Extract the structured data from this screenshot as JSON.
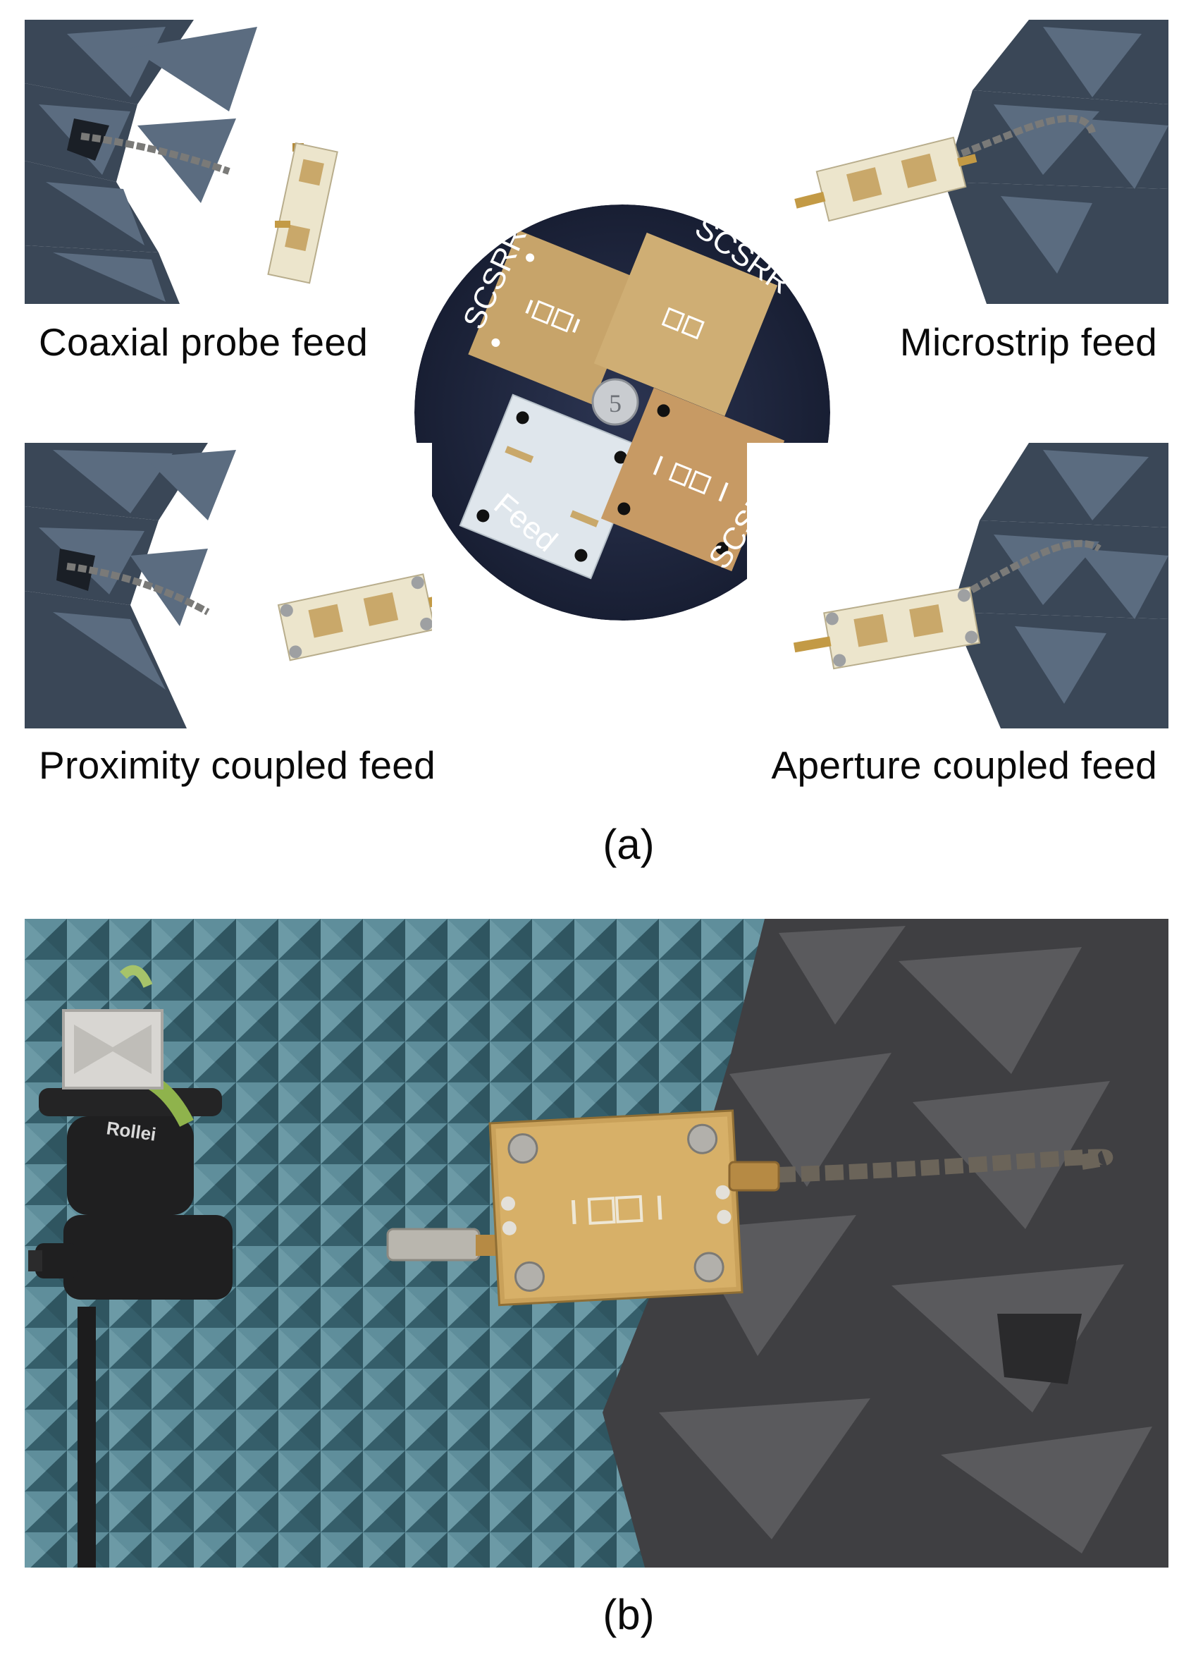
{
  "figure": {
    "panel_a": {
      "label": "(a)",
      "captions": {
        "top_left": "Coaxial probe feed",
        "top_right": "Microstrip feed",
        "bottom_left": "Proximity coupled feed",
        "bottom_right": "Aperture coupled feed"
      },
      "center_photo": {
        "board_labels": {
          "top_left": "SCSRR",
          "top_right": "SCSRR",
          "bottom_right": "SCSRR",
          "bottom_left": "Feed"
        },
        "coin_digit": "5"
      }
    },
    "panel_b": {
      "label": "(b)",
      "tripod_brand": "Rollei"
    }
  },
  "colors": {
    "foam_dark": "#2f3b48",
    "foam_light": "#5a6b7d",
    "chamber_teal": "#3f6d7a",
    "foam_gray": "#4a4a4c",
    "copper": "#c9a86a",
    "fr4": "#ece5cc"
  }
}
